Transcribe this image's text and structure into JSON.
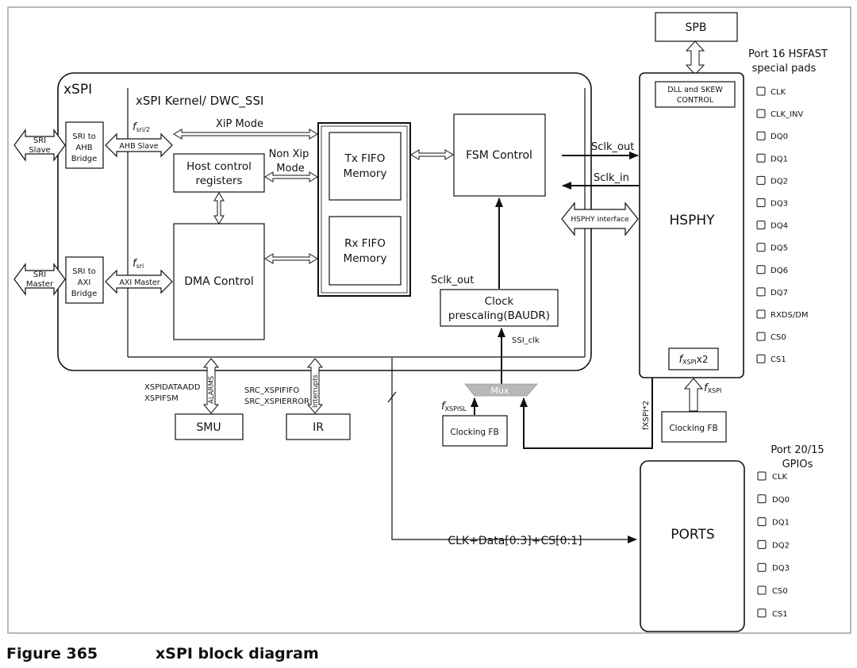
{
  "figure": {
    "number": "Figure 365",
    "title": "xSPI block diagram"
  },
  "xspi": {
    "title": "xSPI",
    "kernel_title": "xSPI Kernel/ DWC_SSI",
    "sri_slave": [
      "SRI",
      "Slave"
    ],
    "sri_master": [
      "SRI",
      "Master"
    ],
    "sri_ahb_bridge": [
      "SRI to",
      "AHB",
      "Bridge"
    ],
    "sri_axi_bridge": [
      "SRI to",
      "AXI",
      "Bridge"
    ],
    "ahb_slave": "AHB Slave",
    "axi_master": "AXI Master",
    "f_sri2": {
      "f": "f",
      "sub": "sri/2"
    },
    "f_sri": {
      "f": "f",
      "sub": "sri"
    },
    "xip_mode": "XiP Mode",
    "non_xip_mode": [
      "Non Xip",
      "Mode"
    ],
    "host_control": [
      "Host control",
      "registers"
    ],
    "dma_control": "DMA Control",
    "tx_fifo": [
      "Tx FIFO",
      "Memory"
    ],
    "rx_fifo": [
      "Rx FIFO",
      "Memory"
    ],
    "fsm_control": "FSM Control",
    "sclk_out_inner": "Sclk_out",
    "clock_prescaling": [
      "Clock",
      "prescaling(BAUDR)"
    ],
    "ssi_clk": "SSI_clk"
  },
  "links": {
    "sclk_out": "Sclk_out",
    "sclk_in": "Sclk_in",
    "hsphy_interface": "HSPHY interface",
    "clk_data_cs": "CLK+Data[0:3]+CS[0:1]",
    "fxspi2": "fXSPI*2"
  },
  "blocks": {
    "spb": "SPB",
    "hsphy": "HSPHY",
    "dll_skew": [
      "DLL and SKEW",
      "CONTROL"
    ],
    "fxspix2": {
      "f": "f",
      "sub": "XSPI",
      "tail": "x2"
    },
    "ports": "PORTS",
    "smu": "SMU",
    "ir": "IR",
    "mux": "Mux",
    "clocking_fb": "Clocking FB",
    "fxspisl": {
      "f": "f",
      "sub": "XSPISL"
    },
    "fxspi": {
      "f": "f",
      "sub": "XSPI"
    },
    "smu_signals": [
      "XSPIDATAADD",
      "XSPIFSM"
    ],
    "ir_signals": [
      "SRC_XSPIFIFO",
      "SRC_XSPIERROR"
    ],
    "alarms": "ALARMS",
    "interrupts": "Interrupts"
  },
  "port16": {
    "title": [
      "Port 16 HSFAST",
      "special pads"
    ],
    "pins": [
      "CLK",
      "CLK_INV",
      "DQ0",
      "DQ1",
      "DQ2",
      "DQ3",
      "DQ4",
      "DQ5",
      "DQ6",
      "DQ7",
      "RXDS/DM",
      "CS0",
      "CS1"
    ]
  },
  "port20": {
    "title": [
      "Port 20/15",
      "GPIOs"
    ],
    "pins": [
      "CLK",
      "DQ0",
      "DQ1",
      "DQ2",
      "DQ3",
      "CS0",
      "CS1"
    ]
  }
}
